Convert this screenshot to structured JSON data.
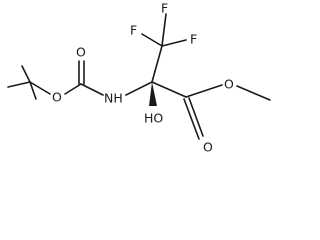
{
  "molecule": {
    "atoms": {
      "f_top": "F",
      "f_left": "F",
      "f_right": "F",
      "o_carbamate_ether": "O",
      "o_carbamate_carbonyl": "O",
      "n_amide": "NH",
      "o_hydroxyl": "HO",
      "o_ester_ether": "O",
      "o_ester_carbonyl": "O"
    }
  }
}
